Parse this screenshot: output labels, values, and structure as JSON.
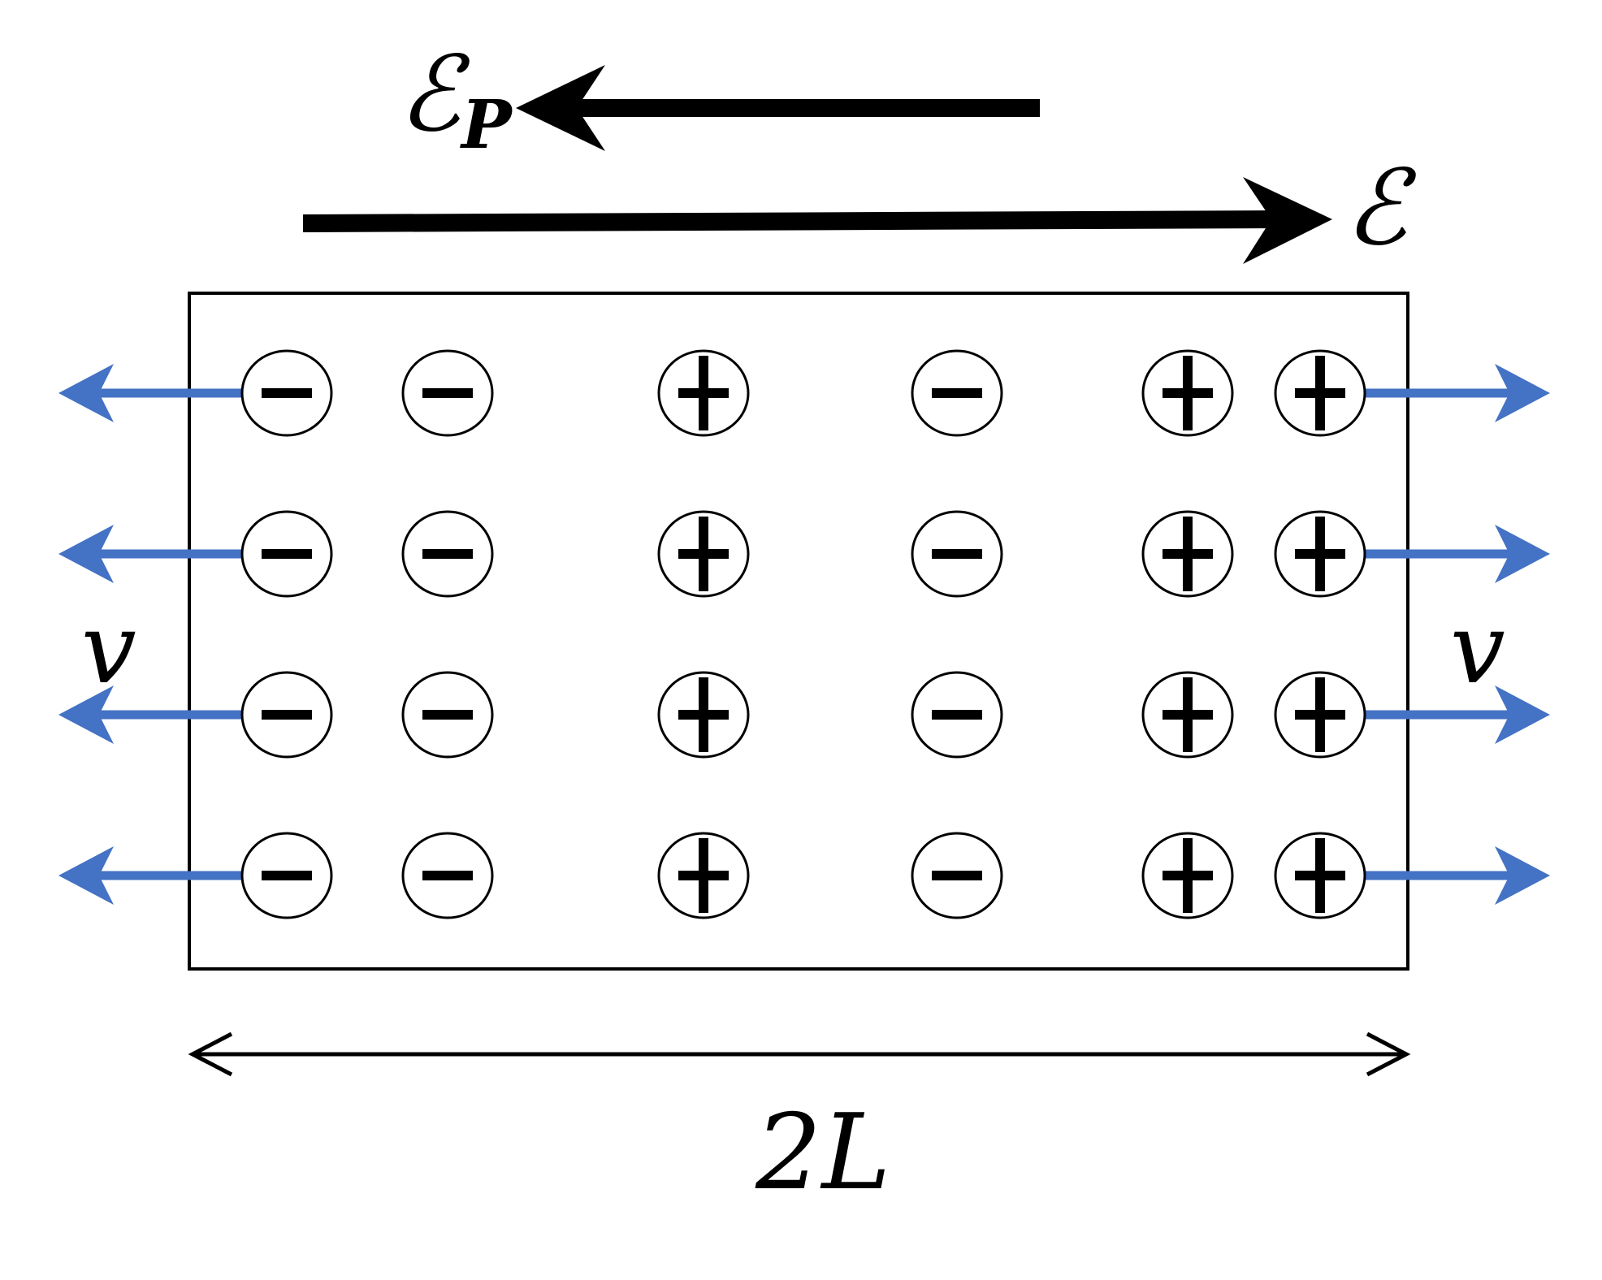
{
  "labels": {
    "field_polarization_symbol": "ℰ",
    "field_polarization_subscript": "P",
    "field_external": "ℰ",
    "velocity_left": "v",
    "velocity_right": "v",
    "length": "2L"
  },
  "charge_grid": {
    "rows": 4,
    "columns": [
      {
        "sign": "-"
      },
      {
        "sign": "-"
      },
      {
        "sign": "+"
      },
      {
        "sign": "-"
      },
      {
        "sign": "+"
      },
      {
        "sign": "+"
      }
    ]
  },
  "colors": {
    "ink": "#000000",
    "velocity_arrow": "#4472C4",
    "background": "#ffffff"
  }
}
